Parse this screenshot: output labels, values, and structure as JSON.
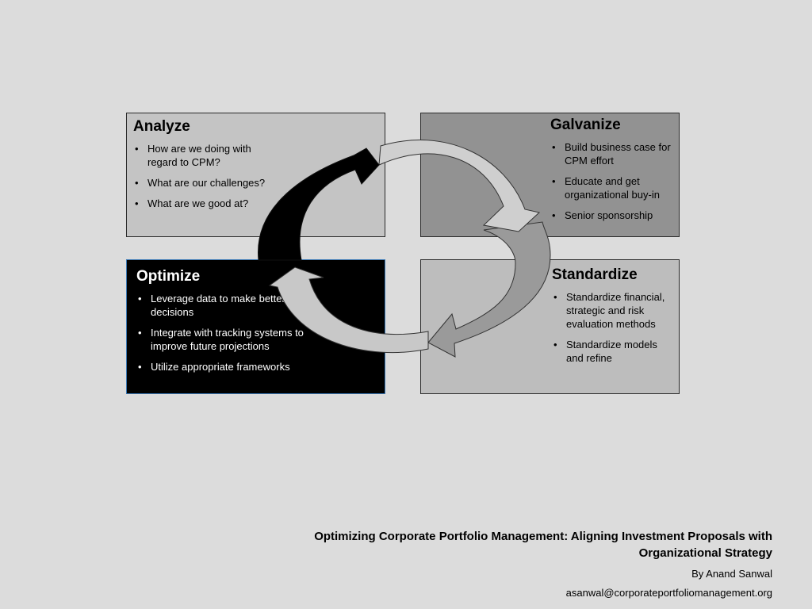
{
  "quadrants": {
    "analyze": {
      "title": "Analyze",
      "bullets": [
        "How are we doing with regard to CPM?",
        "What are our challenges?",
        "What are we good at?"
      ]
    },
    "galvanize": {
      "title": "Galvanize",
      "bullets": [
        "Build business case for CPM effort",
        "Educate and get organizational buy-in",
        "Senior sponsorship"
      ]
    },
    "optimize": {
      "title": "Optimize",
      "bullets": [
        "Leverage data to make better decisions",
        "Integrate with tracking systems to improve future projections",
        "Utilize appropriate frameworks"
      ]
    },
    "standardize": {
      "title": "Standardize",
      "bullets": [
        "Standardize financial, strategic and risk evaluation methods",
        "Standardize models and refine"
      ]
    }
  },
  "colors": {
    "background": "#dcdcdc",
    "analyze_fill": "#c4c4c4",
    "galvanize_fill": "#929292",
    "optimize_fill": "#000000",
    "standardize_fill": "#bdbdbd",
    "arrow_top": "#cfcfcf",
    "arrow_right": "#9a9a9a",
    "arrow_bottom": "#c8c8c8",
    "arrow_left": "#000000"
  },
  "footer": {
    "title": "Optimizing Corporate Portfolio Management:  Aligning Investment Proposals with Organizational Strategy",
    "author": "By Anand Sanwal",
    "email": "asanwal@corporateportfoliomanagement.org"
  }
}
